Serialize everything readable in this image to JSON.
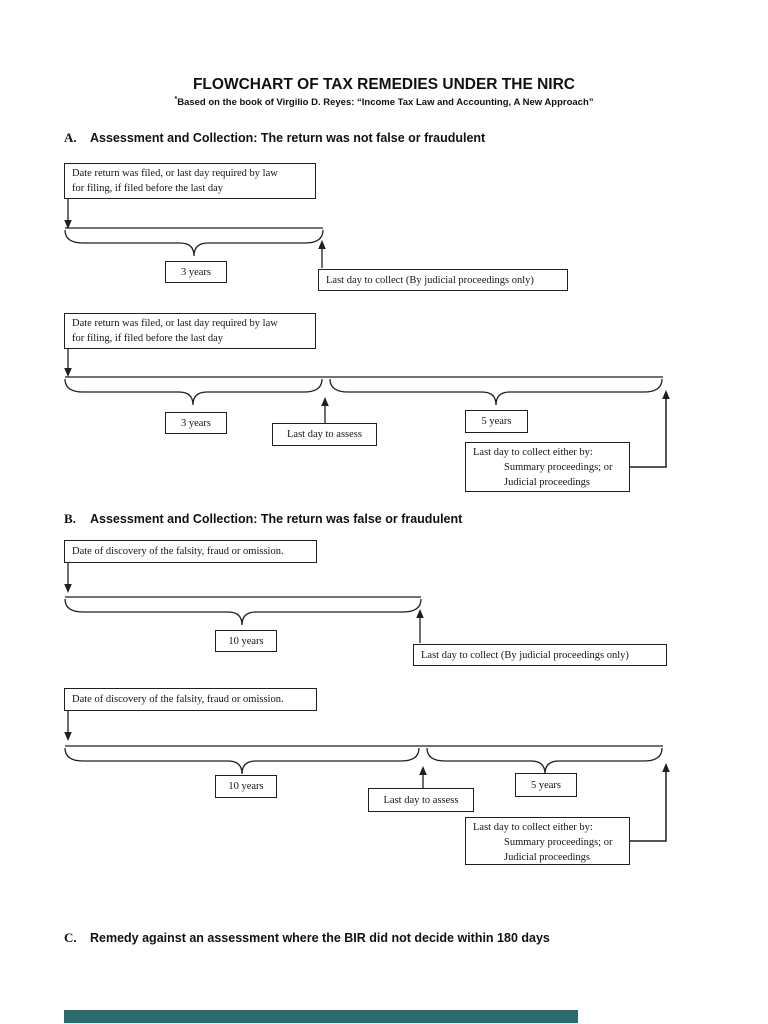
{
  "header": {
    "title": "FLOWCHART OF TAX REMEDIES UNDER THE NIRC",
    "subtitle_marker": "*",
    "subtitle": "Based on the book of Virgilio D. Reyes: “Income Tax Law and Accounting, A New Approach”"
  },
  "section_a": {
    "letter": "A.",
    "heading": "Assessment and Collection: The return was not false or fraudulent",
    "diagram1": {
      "start_box_line1": "Date return was filed, or last day required by law",
      "start_box_line2": "for filing, if filed before the last day",
      "duration_label": "3 years",
      "collect_label": "Last day to collect (By judicial proceedings only)"
    },
    "diagram2": {
      "start_box_line1": "Date return was filed, or last day required by law",
      "start_box_line2": "for filing, if filed before the last day",
      "duration1_label": "3 years",
      "assess_label": "Last day to assess",
      "duration2_label": "5 years",
      "collect_line1": "Last day to collect either by:",
      "collect_line2": "Summary proceedings; or",
      "collect_line3": "Judicial proceedings"
    }
  },
  "section_b": {
    "letter": "B.",
    "heading": "Assessment and Collection: The return was false or fraudulent",
    "diagram1": {
      "start_box": "Date of discovery of the falsity, fraud or omission.",
      "duration_label": "10 years",
      "collect_label": "Last day to collect (By judicial proceedings only)"
    },
    "diagram2": {
      "start_box": "Date of discovery of the falsity, fraud or omission.",
      "duration1_label": "10 years",
      "assess_label": "Last day to assess",
      "duration2_label": "5 years",
      "collect_line1": "Last day to collect either by:",
      "collect_line2": "Summary proceedings; or",
      "collect_line3": "Judicial proceedings"
    }
  },
  "section_c": {
    "letter": "C.",
    "heading": "Remedy against an assessment where the BIR did not decide within 180 days"
  },
  "footer": {
    "accent_bar_color": "#2d6a6e"
  }
}
